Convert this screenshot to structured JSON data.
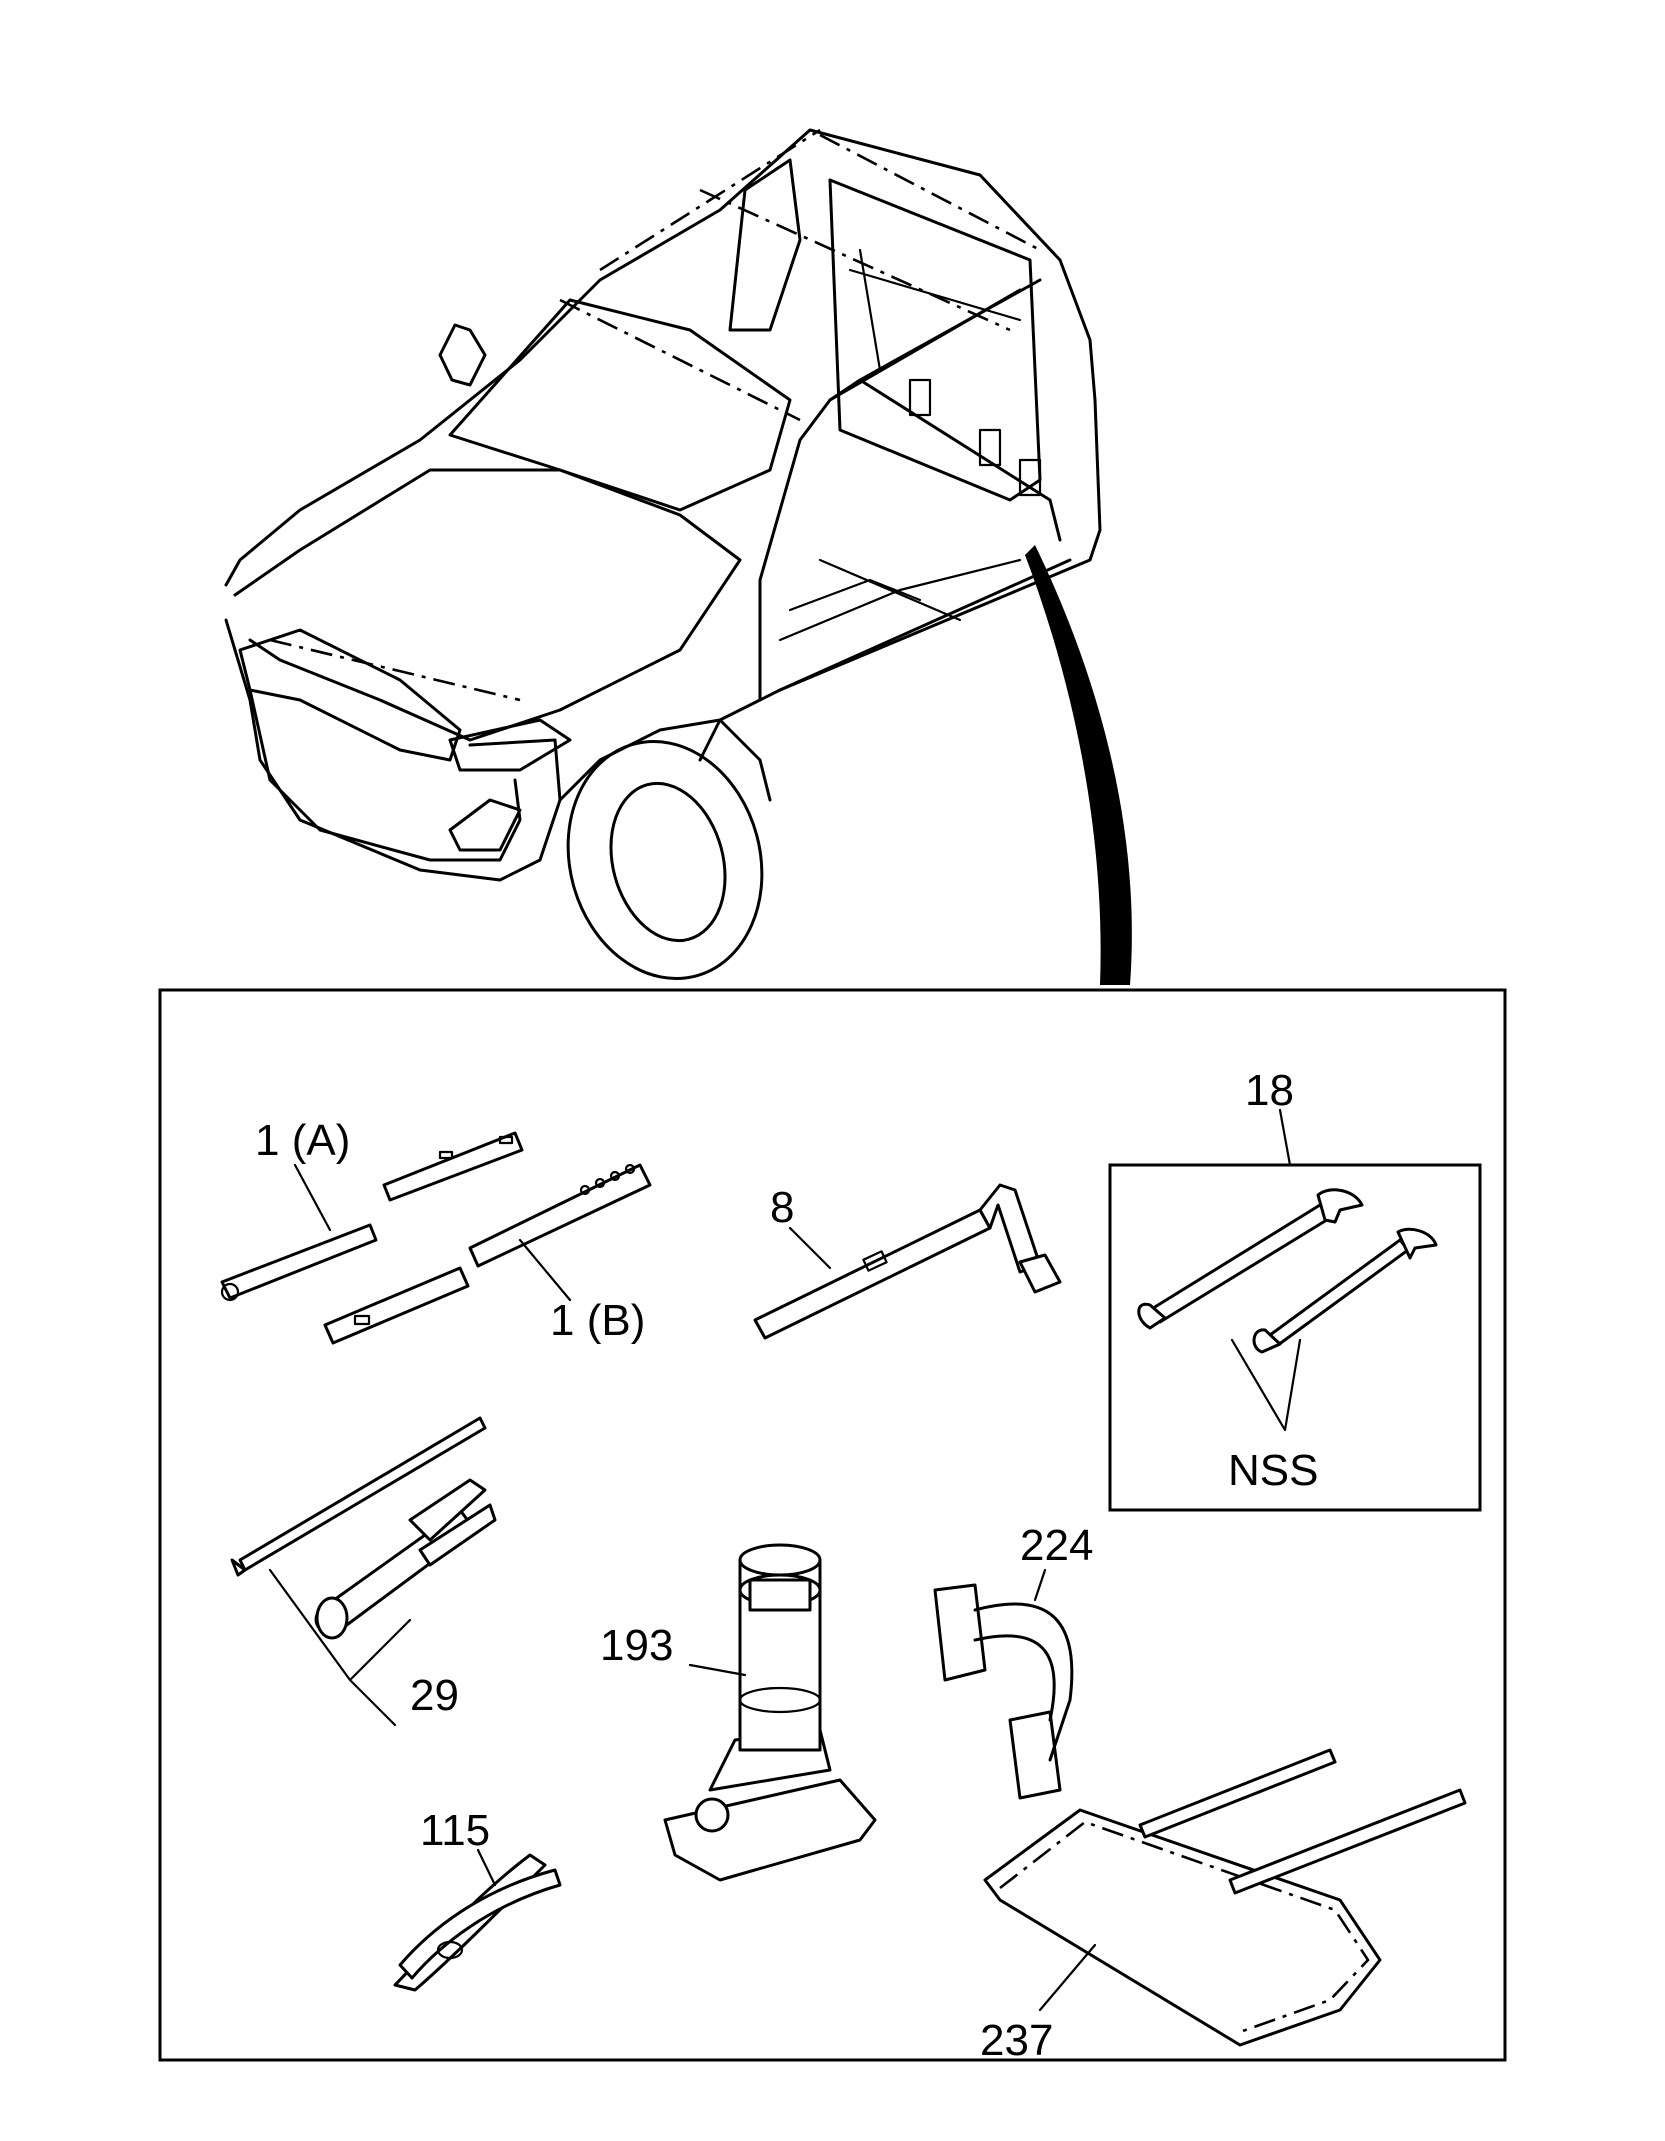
{
  "labels": {
    "part_1a": "1 (A)",
    "part_1b": "1 (B)",
    "part_8": "8",
    "part_18": "18",
    "part_nss": "NSS",
    "part_29": "29",
    "part_193": "193",
    "part_224": "224",
    "part_115": "115",
    "part_237": "237"
  }
}
